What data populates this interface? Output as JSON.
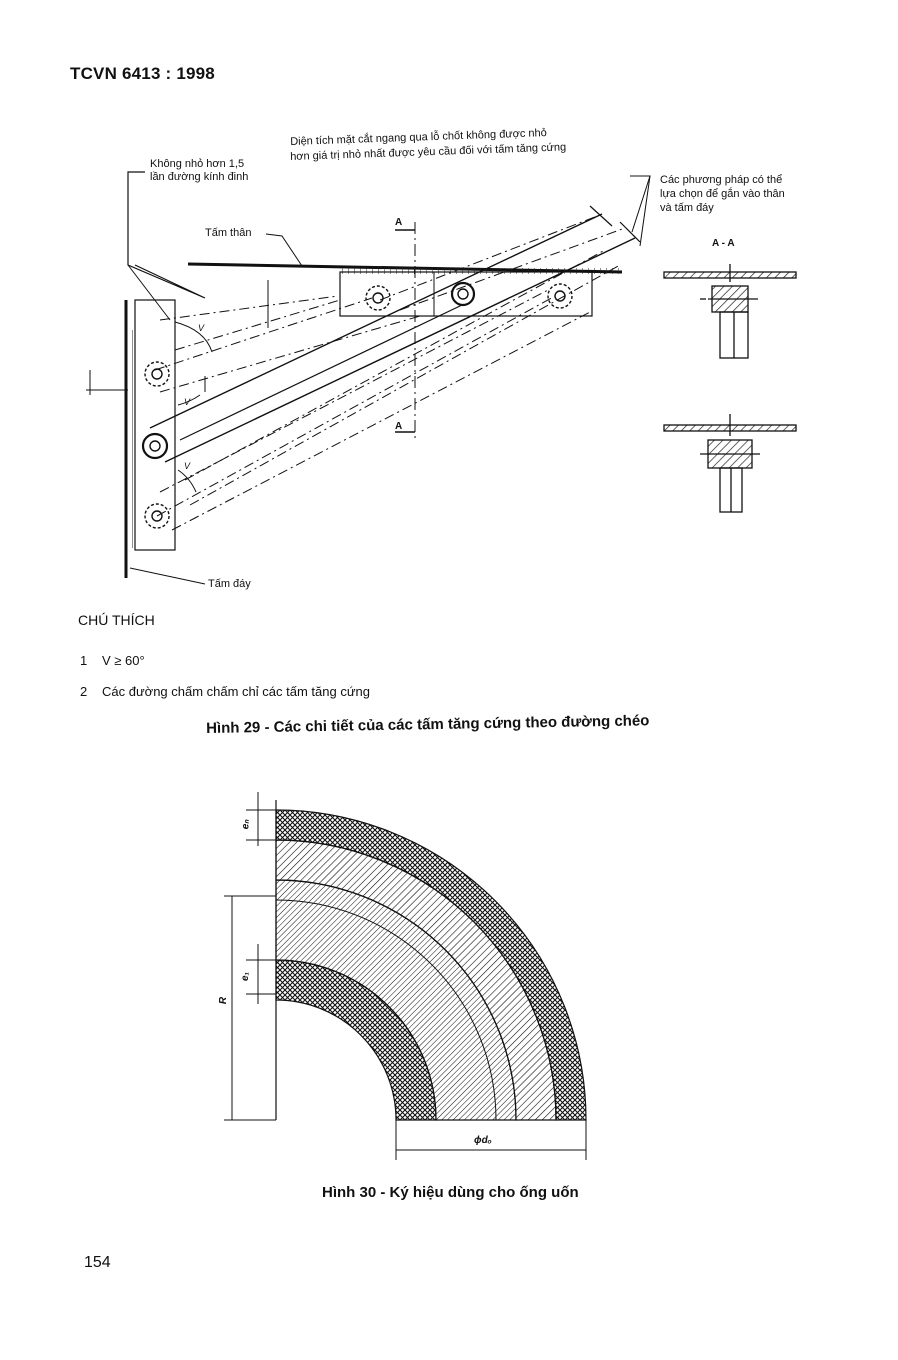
{
  "header": {
    "standard": "TCVN 6413 : 1998"
  },
  "figure29": {
    "labels": {
      "min_diameter": [
        "Không nhỏ hơn 1,5",
        "lần đường kính đinh"
      ],
      "cross_section": [
        "Diện tích mặt cắt ngang qua lỗ chốt không được nhỏ",
        "hơn giá trị nhỏ nhất được yêu cầu đối với tấm tăng cứng"
      ],
      "methods": [
        "Các phương pháp có thể",
        "lựa chọn để gắn vào thân",
        "và tấm đáy"
      ],
      "body_plate": "Tấm thân",
      "base_plate": "Tấm đáy",
      "section": "A - A",
      "section_mark": "A",
      "angle": "V"
    },
    "caption_prefix": "Hình 29 -",
    "caption_text": "Các chi tiết của các tấm tăng cứng theo đường chéo"
  },
  "notes": {
    "title": "CHÚ THÍCH",
    "items": [
      {
        "num": "1",
        "text": "V ≥ 60°"
      },
      {
        "num": "2",
        "text": "Các đường chấm chấm chỉ các tấm tăng cứng"
      }
    ]
  },
  "figure30": {
    "dims": {
      "e_n": "eₙ",
      "e_1": "e₁",
      "R": "R",
      "d_o": "ϕdₒ"
    },
    "caption": "Hình 30 - Ký hiệu dùng cho ống uốn"
  },
  "page": {
    "number": "154"
  }
}
